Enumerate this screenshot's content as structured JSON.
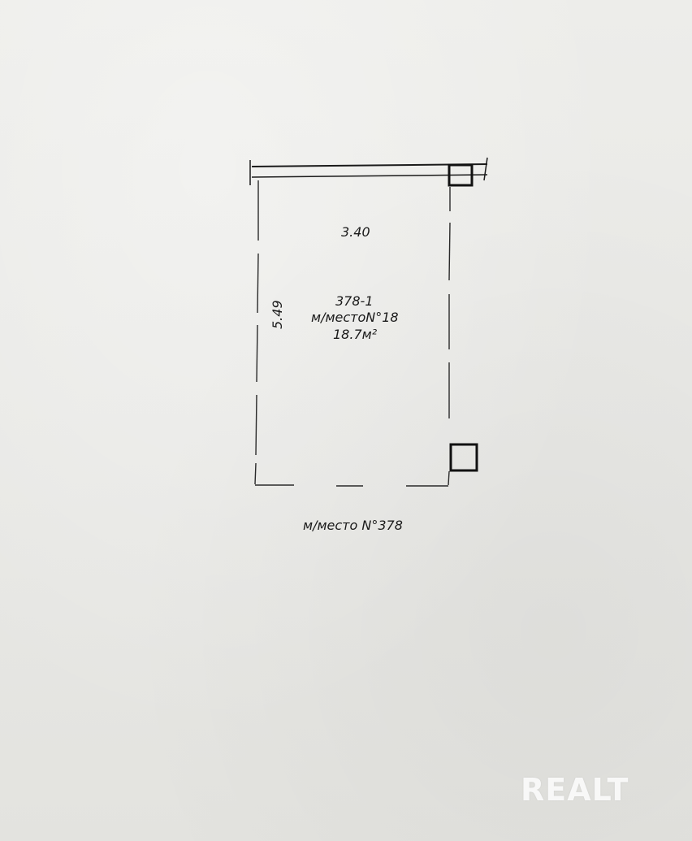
{
  "plan": {
    "width_label": "3.40",
    "length_label": "5.49",
    "unit_id": "378-1",
    "unit_name": "м/местоN°18",
    "area": "18.7м²",
    "neighbor_label": "м/место N°378"
  },
  "watermark": {
    "text": "REALT"
  },
  "colors": {
    "paper": "#ebebe8",
    "ink": "#1a1a1a"
  }
}
